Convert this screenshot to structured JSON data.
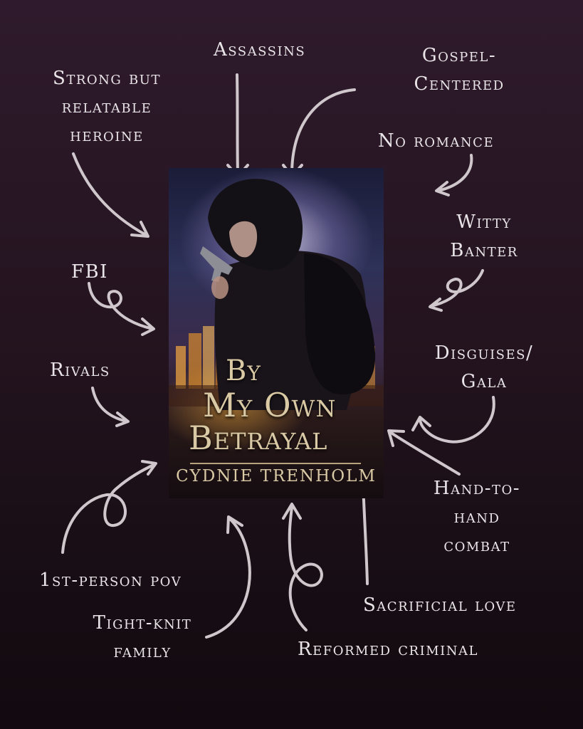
{
  "tags": {
    "assassins": "Assassins",
    "gospel_line1": "Gospel-",
    "gospel_line2": "Centered",
    "heroine_line1": "Strong but",
    "heroine_line2": "relatable",
    "heroine_line3": "heroine",
    "no_romance": "No romance",
    "witty_line1": "Witty",
    "witty_line2": "Banter",
    "fbi": "FBI",
    "rivals": "Rivals",
    "disguises_line1": "Disguises/",
    "disguises_line2": "Gala",
    "hand_line1": "Hand-to-",
    "hand_line2": "hand",
    "hand_line3": "combat",
    "pov": "1st-person pov",
    "family_line1": "Tight-knit",
    "family_line2": "family",
    "sacrificial": "Sacrificial love",
    "reformed": "Reformed criminal"
  },
  "cover": {
    "title_line1": "By",
    "title_line2": "My Own",
    "title_line3": "Betrayal",
    "author": "CYDNIE TRENHOLM"
  },
  "colors": {
    "background_top": "#2e1a2c",
    "background_bottom": "#120a10",
    "label_text": "#e9e4e7",
    "arrow": "#cfc7cc",
    "cover_title": "#d9c9a4"
  }
}
